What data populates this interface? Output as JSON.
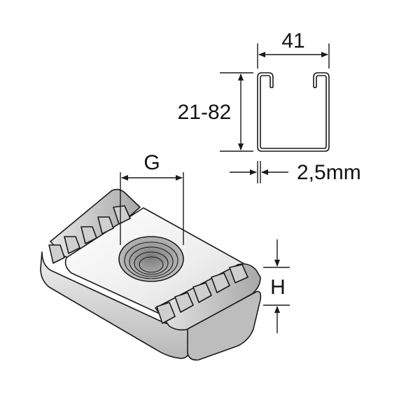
{
  "labels": {
    "channel_width": "41",
    "channel_height": "21-82",
    "wall_thickness": "2,5mm",
    "thread_size": "G",
    "nut_height": "H"
  },
  "colors": {
    "line": "#1a1a1a",
    "metal_light": "#f2f2f2",
    "metal_mid": "#d6d6d6",
    "metal_dark": "#9a9a9a"
  }
}
